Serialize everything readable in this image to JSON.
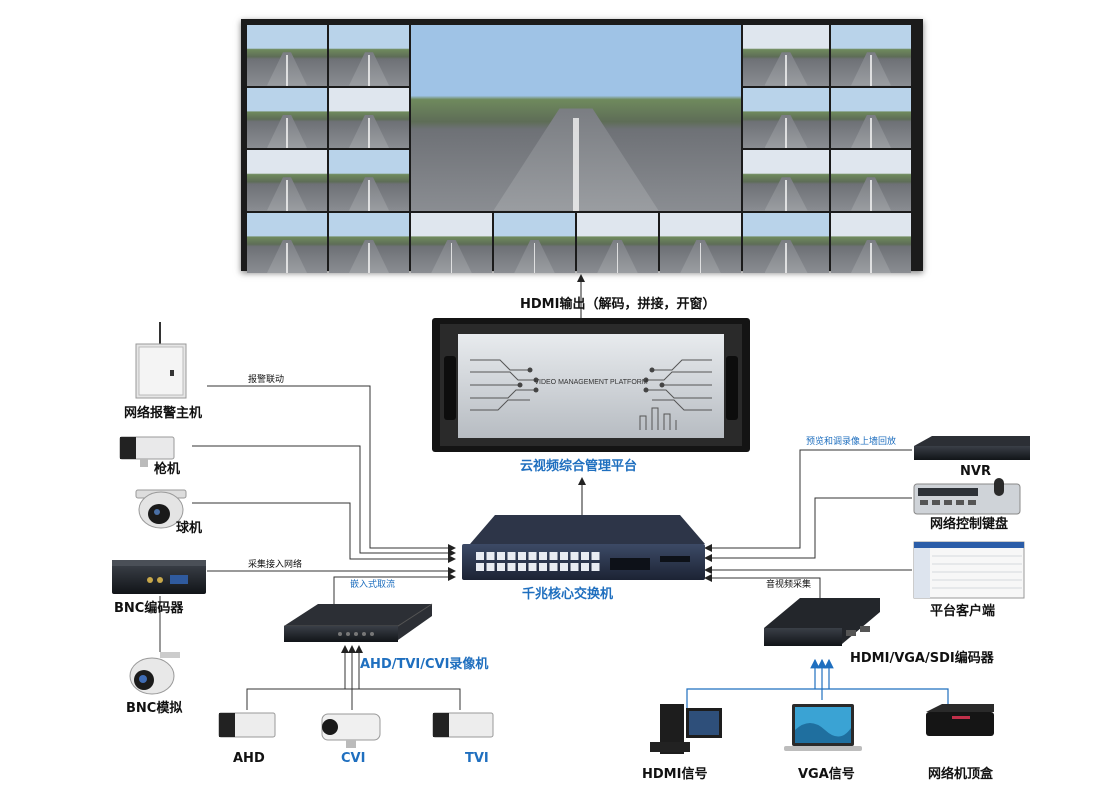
{
  "video_wall": {
    "output_label": "HDMI输出（解码，拼接，开窗）"
  },
  "platform": {
    "faceplate_text": "VIDEO MANAGEMENT PLATFORM",
    "label": "云视频综合管理平台"
  },
  "switch": {
    "label": "千兆核心交换机"
  },
  "left_devices": {
    "alarm_host": "网络报警主机",
    "bullet_camera": "枪机",
    "dome_camera": "球机",
    "bnc_encoder": "BNC编码器",
    "bnc_analog": "BNC模拟"
  },
  "left_links": {
    "alarm_link": "报警联动",
    "capture_link": "采集接入网络",
    "embedded_link": "嵌入式取流"
  },
  "recorder": {
    "label": "AHD/TVI/CVI录像机",
    "cameras": [
      "AHD",
      "CVI",
      "TVI"
    ]
  },
  "right_devices": {
    "nvr": "NVR",
    "keyboard": "网络控制键盘",
    "client": "平台客户端",
    "encoder": "HDMI/VGA/SDI编码器"
  },
  "right_links": {
    "playback_link": "预览和调录像上墙回放",
    "av_capture": "音视频采集"
  },
  "sources": {
    "hdmi": "HDMI信号",
    "vga": "VGA信号",
    "stb": "网络机顶盒"
  },
  "colors": {
    "accent_blue": "#1f6fbf",
    "line": "#333333",
    "wall_frame": "#1b1b1b"
  }
}
